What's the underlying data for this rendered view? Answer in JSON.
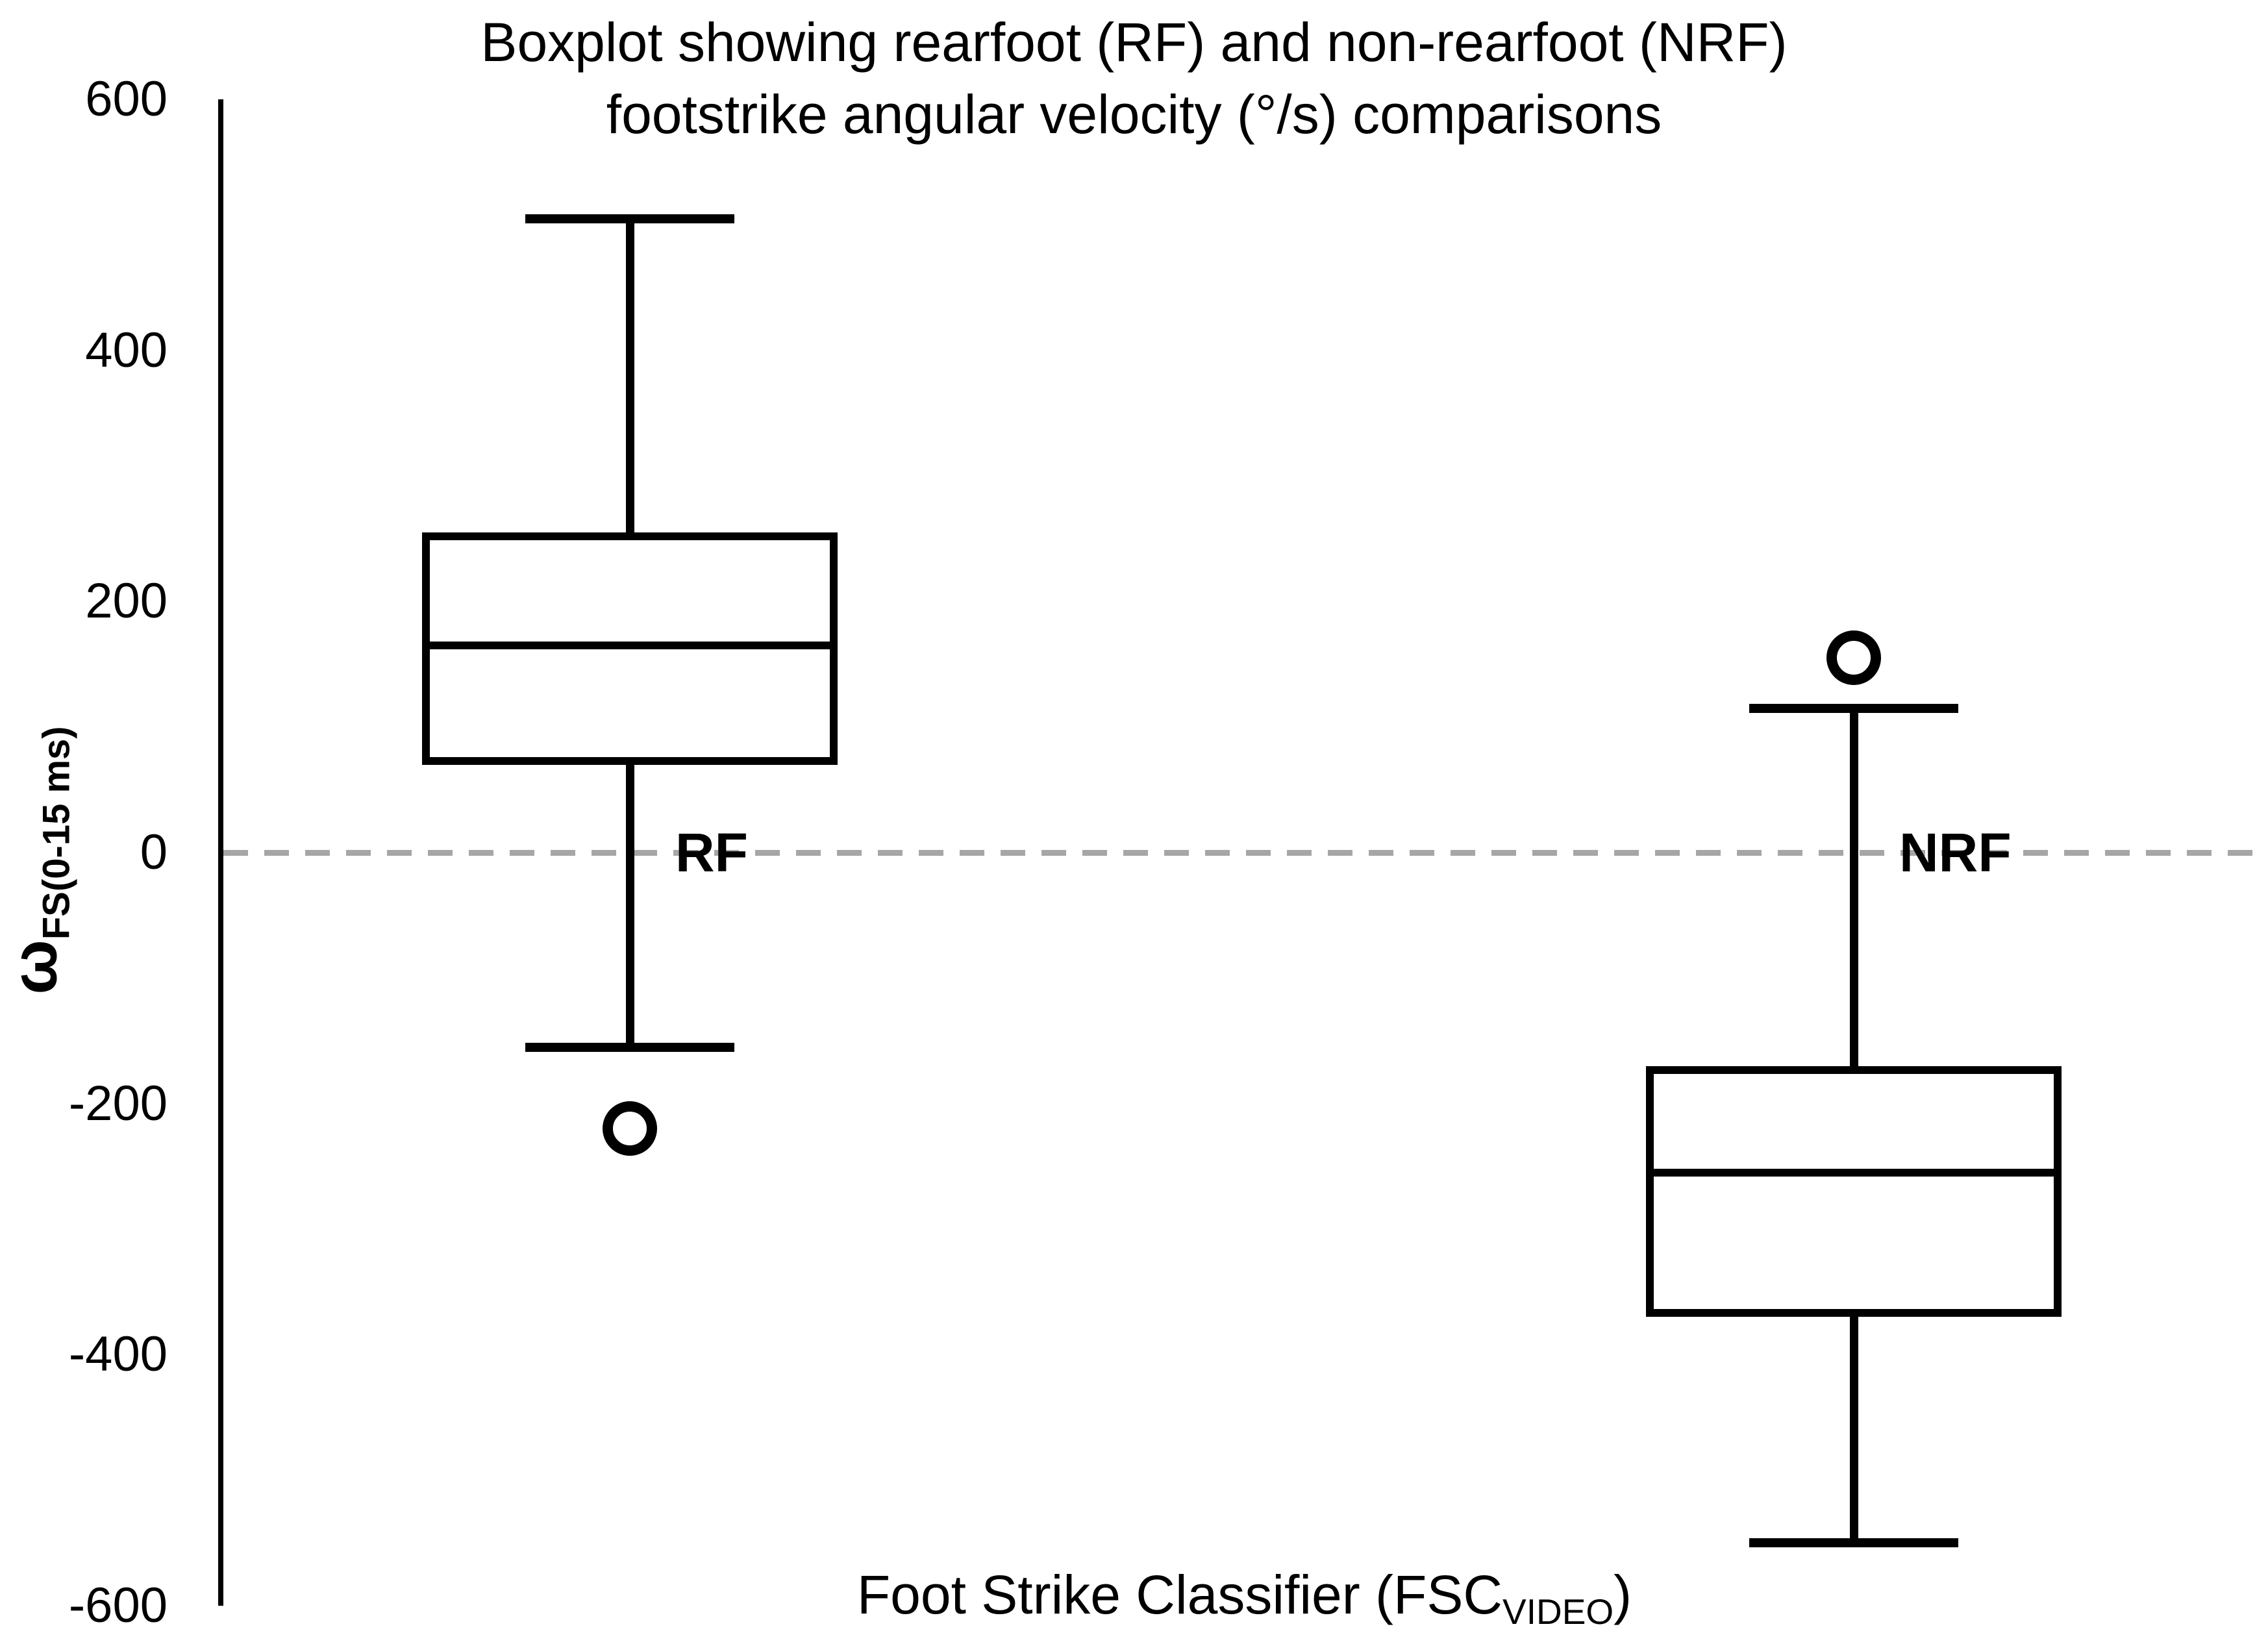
{
  "title": {
    "line1": "Boxplot showing rearfoot (RF) and non-rearfoot (NRF)",
    "line2": "footstrike angular velocity (°/s) comparisons"
  },
  "y_axis": {
    "label_symbol": "ω",
    "label_subscript": "FS(0-15 ms)"
  },
  "x_axis": {
    "label_prefix": "Foot Strike Classifier (FSC",
    "label_subscript": "VIDEO",
    "label_suffix": ")"
  },
  "colors": {
    "background": "#ffffff",
    "box_stroke": "#000000",
    "box_fill": "#ffffff",
    "zero_line": "#a6a6a6",
    "text": "#000000"
  },
  "chart_data": {
    "type": "boxplot",
    "title": "Boxplot showing rearfoot (RF) and non-rearfoot (NRF) footstrike angular velocity (°/s) comparisons",
    "xlabel": "Foot Strike Classifier (FSC_VIDEO)",
    "ylabel": "ω_FS(0-15 ms)",
    "ylim": [
      -600,
      600
    ],
    "yticks": [
      600,
      400,
      200,
      0,
      -200,
      -400,
      -600
    ],
    "grid": false,
    "zero_reference_line": "dashed gray horizontal line at 0",
    "categories": [
      "RF",
      "NRF"
    ],
    "series": [
      {
        "name": "RF",
        "whisker_low": -155,
        "q1": 70,
        "median": 165,
        "q3": 255,
        "whisker_high": 505,
        "outliers": [
          -220
        ]
      },
      {
        "name": "NRF",
        "whisker_low": -550,
        "q1": -370,
        "median": -255,
        "q3": -170,
        "whisker_high": 115,
        "outliers": [
          155
        ]
      }
    ]
  }
}
